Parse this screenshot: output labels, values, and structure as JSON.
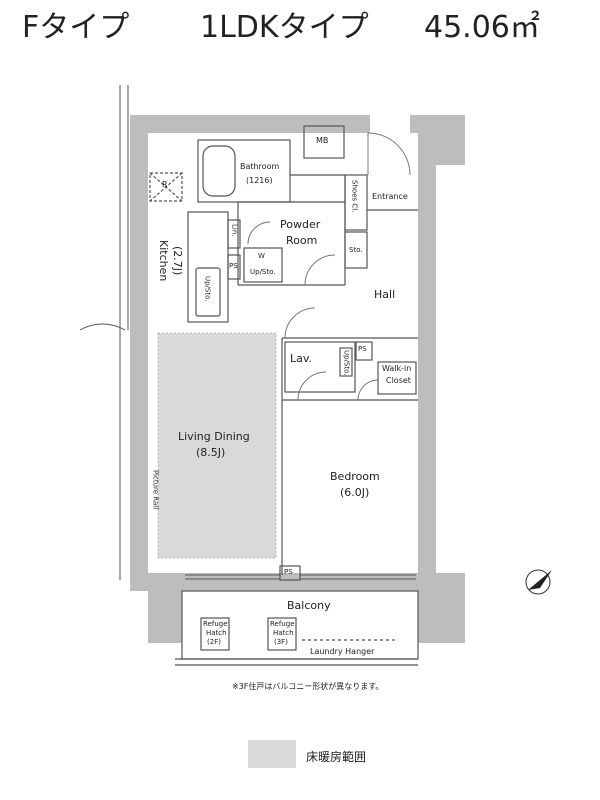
{
  "header": {
    "type_label": "Fタイプ",
    "layout_label": "1LDKタイプ",
    "area_label": "45.06㎡"
  },
  "rooms": {
    "mb": "MB",
    "bathroom": "Bathroom",
    "bathroom_size": "(1216)",
    "r": "R",
    "entrance": "Entrance",
    "shoes_closet": "Shoes Cl.",
    "powder_room_1": "Powder",
    "powder_room_2": "Room",
    "lin": "Lin.",
    "w": "W",
    "up_sto": "Up/Sto.",
    "ps": "PS",
    "sto": "Sto.",
    "kitchen": "Kitchen",
    "kitchen_size": "(2.7J)",
    "kitchen_up_sto": "Up/Sto.",
    "hall": "Hall",
    "lav": "Lav.",
    "lav_up_sto": "Up/Sto.",
    "ps2": "PS",
    "walk_in_1": "Walk-in",
    "walk_in_2": "Closet",
    "living_dining": "Living Dining",
    "living_dining_size": "(8.5J)",
    "picture_rail": "Picture Rail",
    "bedroom": "Bedroom",
    "bedroom_size": "(6.0J)",
    "ps_balcony": "PS",
    "balcony": "Balcony",
    "refuge_2f_1": "Refuge",
    "refuge_2f_2": "Hatch",
    "refuge_2f_3": "(2F)",
    "refuge_3f_1": "Refuge",
    "refuge_3f_2": "Hatch",
    "refuge_3f_3": "(3F)",
    "laundry_hanger": "Laundry Hanger"
  },
  "note": "※3F住戸はバルコニー形状が異なります。",
  "legend": {
    "label": "床暖房範囲",
    "color": "#d9d9d9"
  },
  "colors": {
    "wall": "#bdbdbd",
    "floor_heating": "#d9d9d9",
    "line": "#555555"
  },
  "icons": {
    "north": "north-arrow-icon"
  }
}
